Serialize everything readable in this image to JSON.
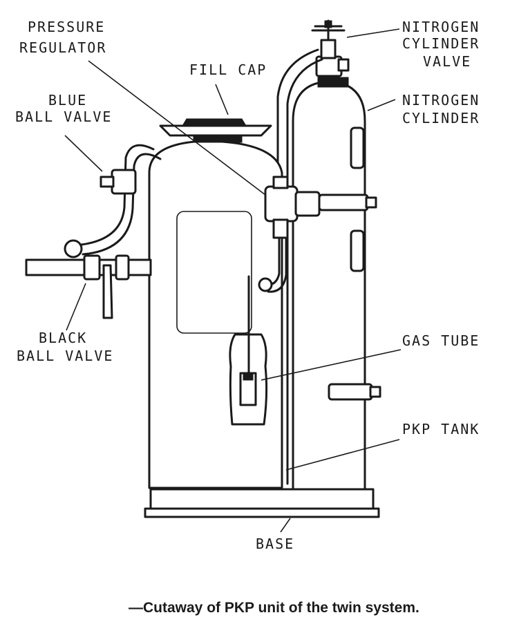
{
  "labels": {
    "pressure_regulator_l1": "PRESSURE",
    "pressure_regulator_l2": "REGULATOR",
    "fill_cap": "FILL CAP",
    "blue_ball_valve_l1": "BLUE",
    "blue_ball_valve_l2": "BALL VALVE",
    "nitrogen_cylinder_valve_l1": "NITROGEN",
    "nitrogen_cylinder_valve_l2": "CYLINDER",
    "nitrogen_cylinder_valve_l3": "VALVE",
    "nitrogen_cylinder_l1": "NITROGEN",
    "nitrogen_cylinder_l2": "CYLINDER",
    "black_ball_valve_l1": "BLACK",
    "black_ball_valve_l2": "BALL VALVE",
    "gas_tube": "GAS TUBE",
    "pkp_tank": "PKP TANK",
    "base": "BASE"
  },
  "caption": "—Cutaway of PKP unit of the twin system."
}
